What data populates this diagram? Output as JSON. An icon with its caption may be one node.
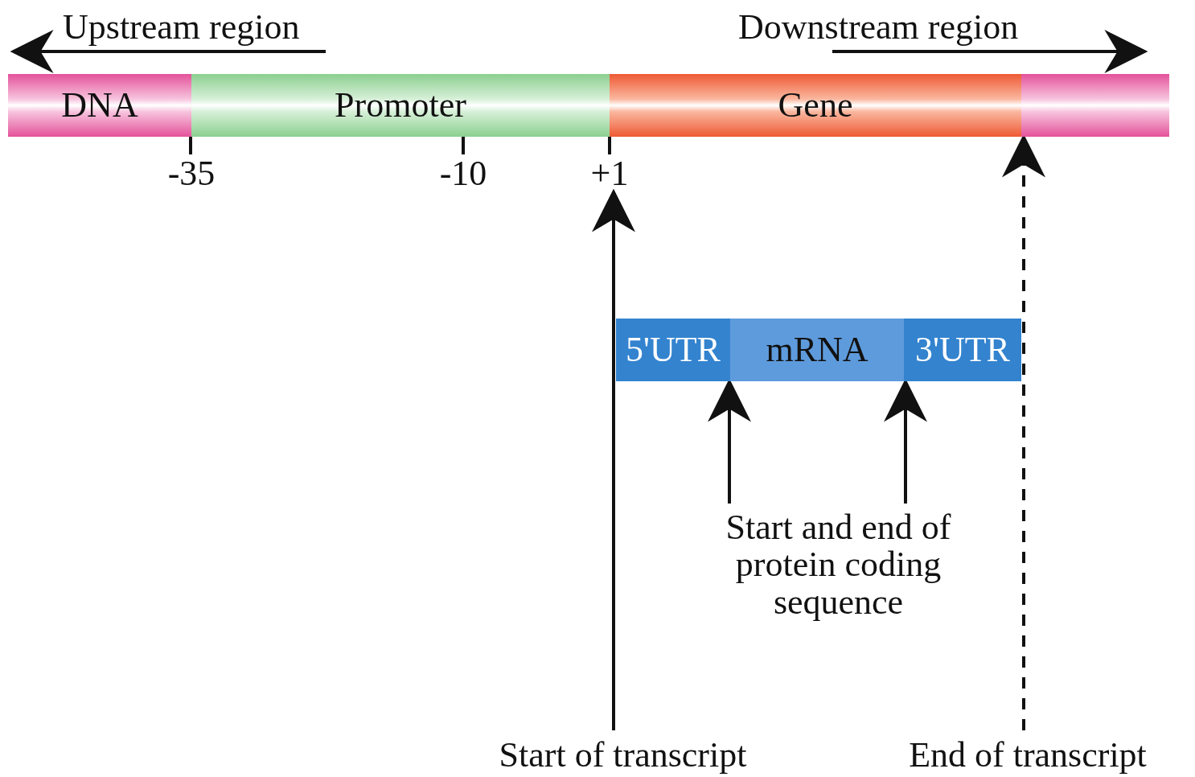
{
  "diagram": {
    "nodes": [
      {
        "text": [
          "DNA"
        ]
      },
      {
        "text": [
          "Promoter"
        ]
      },
      {
        "text": [
          "Gene"
        ]
      },
      {
        "text": [],
        "shape": "bar"
      },
      {
        "text": [
          "-35"
        ]
      },
      {
        "text": [
          "-10"
        ]
      },
      {
        "text": [
          "+1"
        ]
      },
      {
        "text": [
          "5'UTR"
        ]
      },
      {
        "text": [
          "mRNA"
        ]
      },
      {
        "text": [
          "3'UTR"
        ]
      },
      {
        "text": [
          "Start and end of protein coding sequence"
        ]
      },
      {
        "text": [
          "Start of transcript"
        ]
      },
      {
        "text": [
          "End of transcript"
        ]
      }
    ],
    "edges": [
      {
        "from": 0,
        "to": 4,
        "arrow": "none"
      },
      {
        "from": 1,
        "to": 5,
        "arrow": "none"
      },
      {
        "from": 2,
        "to": 6,
        "arrow": "none"
      },
      {
        "from": 10,
        "to": 7,
        "arrow": "to"
      },
      {
        "from": 10,
        "to": 9,
        "arrow": "to"
      },
      {
        "from": 11,
        "to": 6,
        "arrow": "to"
      },
      {
        "from": 12,
        "to": 2,
        "arrow": "to",
        "style": "dashed"
      }
    ],
    "labels": [
      "Upstream region",
      "Downstream region"
    ]
  }
}
